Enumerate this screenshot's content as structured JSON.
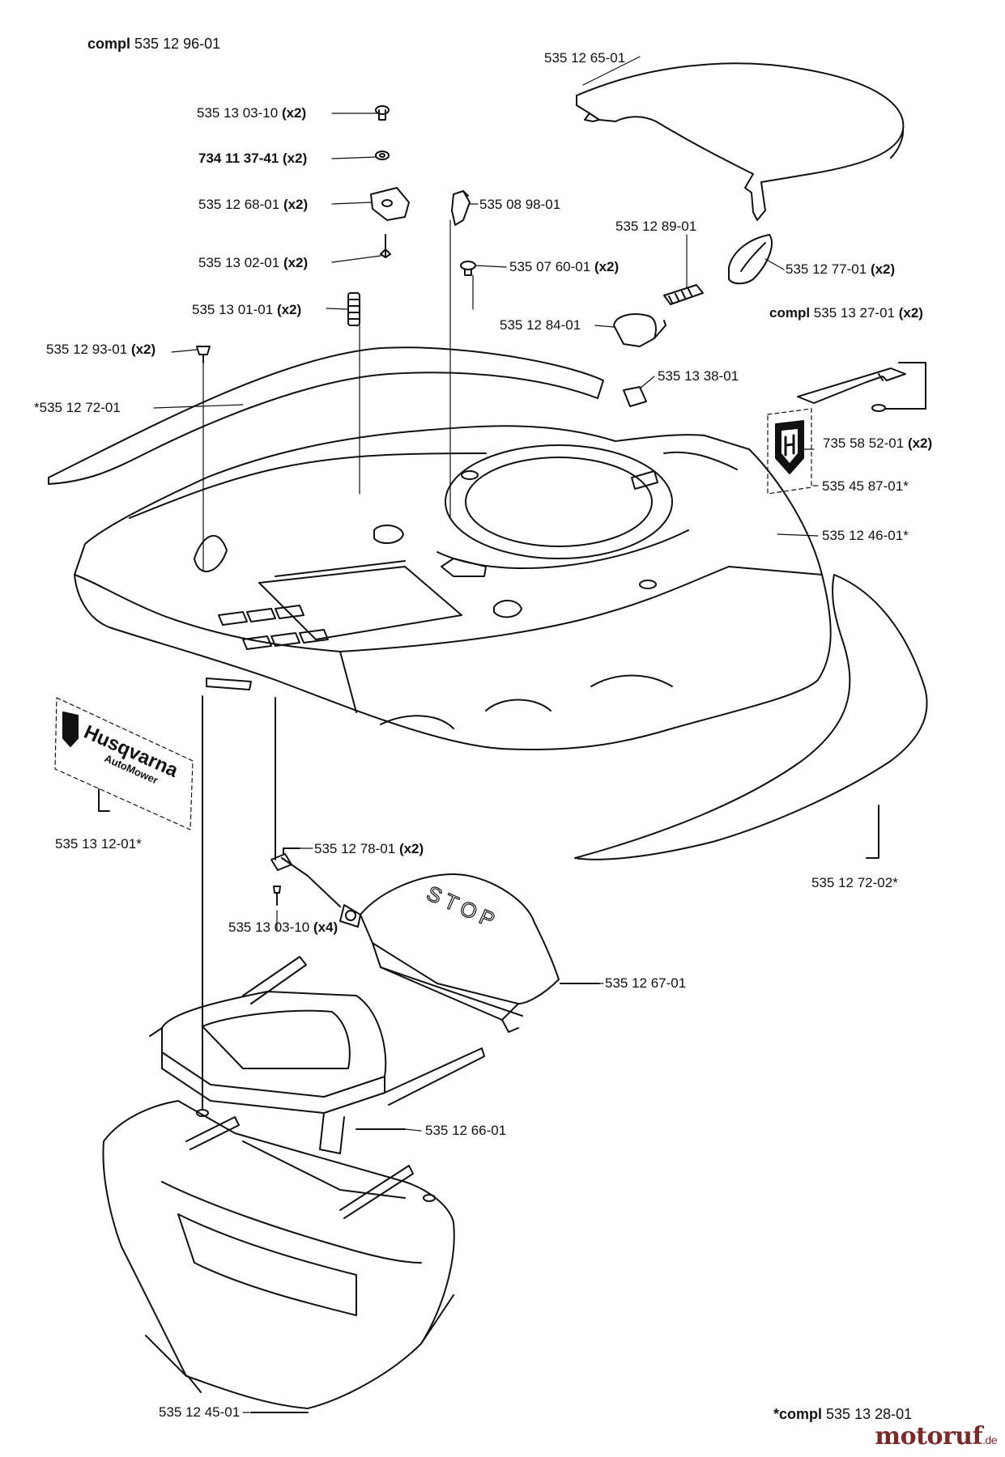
{
  "assembly": {
    "prefix": "compl",
    "number": "535 12 96-01"
  },
  "footnote": {
    "prefix": "*compl",
    "number": "535 13 28-01"
  },
  "watermark": {
    "main": "motoruf",
    "suffix": ".de"
  },
  "decals": {
    "brand_text": "Husqvarna",
    "product_text": "AutoMower",
    "stop_text": "STOP"
  },
  "parts": [
    {
      "id": "p1",
      "number": "535 12 65-01",
      "qty": ""
    },
    {
      "id": "p2",
      "number": "535 13 03-10",
      "qty": "(x2)"
    },
    {
      "id": "p3",
      "number": "734 11 37-41",
      "qty": "(x2)"
    },
    {
      "id": "p4",
      "number": "535 12 68-01",
      "qty": "(x2)"
    },
    {
      "id": "p5",
      "number": "535 08 98-01",
      "qty": ""
    },
    {
      "id": "p6",
      "number": "535 12 89-01",
      "qty": ""
    },
    {
      "id": "p7",
      "number": "535 13 02-01",
      "qty": "(x2)"
    },
    {
      "id": "p8",
      "number": "535 07 60-01",
      "qty": "(x2)"
    },
    {
      "id": "p9",
      "number": "535 12 77-01",
      "qty": "(x2)"
    },
    {
      "id": "p10",
      "number": "535 13 01-01",
      "qty": "(x2)"
    },
    {
      "id": "p11",
      "number": "535 12 84-01",
      "qty": ""
    },
    {
      "id": "p12",
      "prefix": "compl",
      "number": "535 13 27-01",
      "qty": "(x2)"
    },
    {
      "id": "p13",
      "number": "535 12 93-01",
      "qty": "(x2)"
    },
    {
      "id": "p14",
      "number": "535 13 38-01",
      "qty": ""
    },
    {
      "id": "p15",
      "number": "*535 12 72-01",
      "qty": ""
    },
    {
      "id": "p16",
      "number": "735 58 52-01",
      "qty": "(x2)"
    },
    {
      "id": "p17",
      "number": "535 45 87-01*",
      "qty": ""
    },
    {
      "id": "p18",
      "number": "535 12 46-01*",
      "qty": ""
    },
    {
      "id": "p19",
      "number": "535 13 12-01*",
      "qty": ""
    },
    {
      "id": "p20",
      "number": "535 12 78-01",
      "qty": "(x2)"
    },
    {
      "id": "p21",
      "number": "535 12 72-02*",
      "qty": ""
    },
    {
      "id": "p22",
      "number": "535 13 03-10",
      "qty": "(x4)"
    },
    {
      "id": "p23",
      "number": "535 12 67-01",
      "qty": ""
    },
    {
      "id": "p24",
      "number": "535 12 66-01",
      "qty": ""
    },
    {
      "id": "p25",
      "number": "535 12 45-01",
      "qty": ""
    }
  ]
}
